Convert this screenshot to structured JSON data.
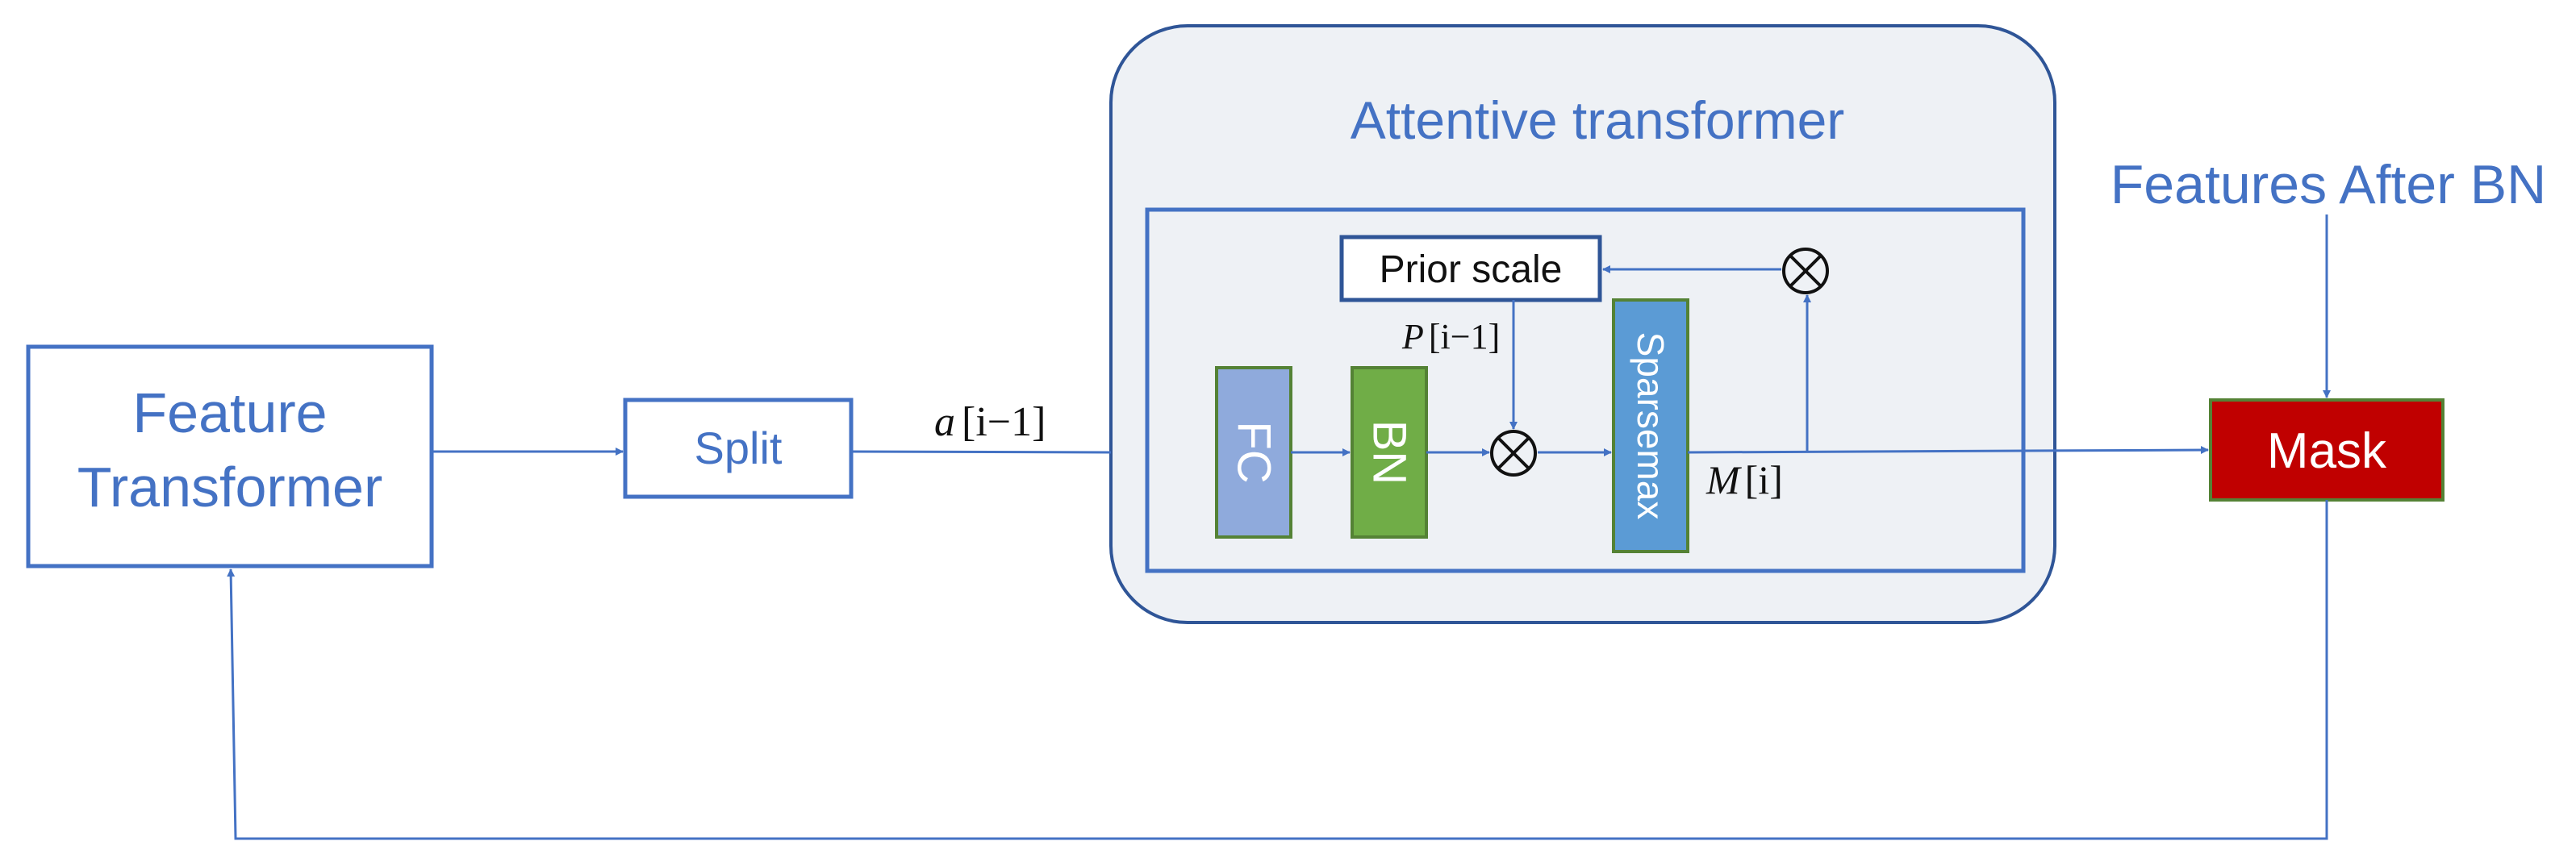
{
  "colors": {
    "line": "#4472c4",
    "text_blue": "#4472c4",
    "attentive_fill": "#eef1f5",
    "attentive_border": "#2f5597",
    "fc_fill": "#8faadc",
    "fc_border": "#548235",
    "bn_fill": "#70ad47",
    "bn_border": "#548235",
    "sparsemax_fill": "#5b9bd5",
    "sparsemax_border": "#548235",
    "mask_fill": "#c00000",
    "mask_border": "#548235",
    "black": "#111111",
    "white": "#ffffff"
  },
  "feature_transformer": {
    "line1": "Feature",
    "line2": "Transformer"
  },
  "split": {
    "label": "Split"
  },
  "a_label": {
    "var": "a",
    "idx": "[i−1]"
  },
  "attentive": {
    "title": "Attentive transformer"
  },
  "prior_scale": {
    "label": "Prior scale"
  },
  "p_label": {
    "var": "P",
    "idx": "[i−1]"
  },
  "m_label": {
    "var": "M",
    "idx": "[i]"
  },
  "fc": {
    "label": "FC"
  },
  "bn": {
    "label": "BN"
  },
  "sparsemax": {
    "label": "Sparsemax"
  },
  "features_after_bn": {
    "label": "Features After BN"
  },
  "mask": {
    "label": "Mask"
  },
  "multiply_symbol": "multiply-icon"
}
